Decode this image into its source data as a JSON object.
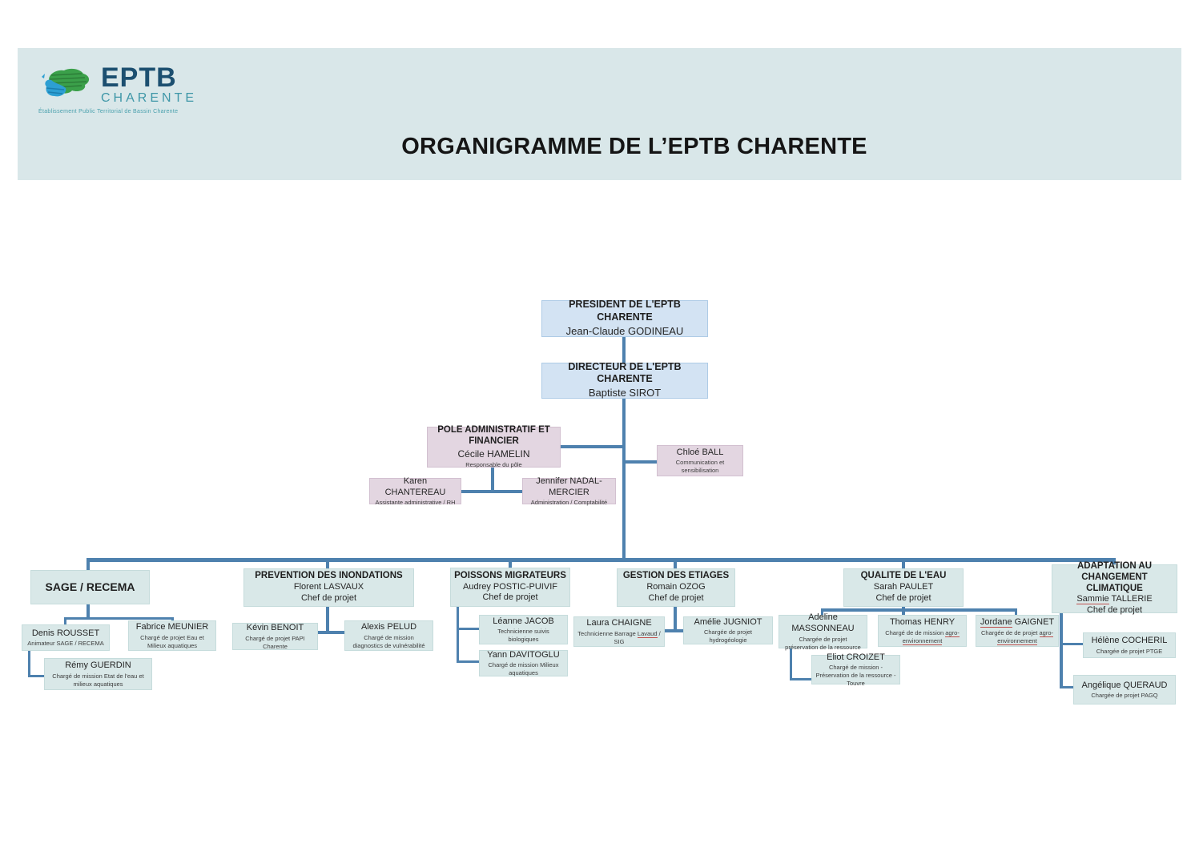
{
  "logo": {
    "brand": "EPTB",
    "brand_sub": "CHARENTE",
    "tagline": "Établissement Public Territorial de Bassin Charente"
  },
  "title": "ORGANIGRAMME DE L’EPTB CHARENTE",
  "colors": {
    "band_bg": "#d9e7e9",
    "box_blue": "#d3e3f3",
    "box_pink": "#e3d6e1",
    "box_teal": "#d9e8e8",
    "connector": "#4e81ae",
    "spellcheck_underline": "#c0504d",
    "brand_navy": "#1c4f70",
    "brand_teal": "#3f97a8"
  },
  "nodes": {
    "president": {
      "title": "PRESIDENT DE L'EPTB CHARENTE",
      "name": "Jean-Claude GODINEAU"
    },
    "directeur": {
      "title": "DIRECTEUR DE L'EPTB CHARENTE",
      "name": "Baptiste SIROT"
    },
    "pole_admin": {
      "title": "POLE ADMINISTRATIF ET FINANCIER",
      "name": "Cécile HAMELIN",
      "subtitle": "Responsable du pôle"
    },
    "chloe": {
      "name": "Chloé BALL",
      "subtitle": "Communication et sensibilisation"
    },
    "karen": {
      "name": "Karen CHANTEREAU",
      "subtitle": "Assistante administrative / RH"
    },
    "jennifer": {
      "name": "Jennifer NADAL-MERCIER",
      "subtitle": "Administration / Comptabilité"
    },
    "sage_header": {
      "title": "SAGE / RECEMA"
    },
    "denis": {
      "name": "Denis ROUSSET",
      "subtitle": "Animateur SAGE / RECEMA"
    },
    "fabrice": {
      "name": "Fabrice MEUNIER",
      "subtitle": "Chargé de projet Eau et Milieux aquatiques"
    },
    "remy": {
      "name": "Rémy GUERDIN",
      "subtitle": "Chargé de mission Etat de l'eau et milieux aquatiques"
    },
    "prevention_header": {
      "title": "PREVENTION DES INONDATIONS",
      "name": "Florent LASVAUX",
      "subtitle": "Chef de projet"
    },
    "kevin": {
      "name": "Kévin BENOIT",
      "subtitle": "Chargé de projet PAPI Charente"
    },
    "alexis": {
      "name": "Alexis PELUD",
      "subtitle": "Chargé de mission diagnostics de vulnérabilité"
    },
    "poissons_header": {
      "title": "POISSONS MIGRATEURS",
      "name": "Audrey POSTIC-PUIVIF",
      "subtitle": "Chef de projet"
    },
    "leanne": {
      "name": "Léanne JACOB",
      "subtitle": "Technicienne suivis biologiques"
    },
    "yann": {
      "name": "Yann DAVITOGLU",
      "subtitle": "Chargé de mission Milieux aquatiques"
    },
    "gestion_header": {
      "title": "GESTION DES ETIAGES",
      "name": "Romain OZOG",
      "subtitle": "Chef de projet"
    },
    "laura": {
      "name": "Laura CHAIGNE",
      "subtitle_pre": "Technicienne Barrage ",
      "subtitle_red": "Lavaud",
      "subtitle_post": " / SIG"
    },
    "amelie": {
      "name": "Amélie JUGNIOT",
      "subtitle": "Chargée de projet hydrogéologie"
    },
    "qualite_header": {
      "title": "QUALITE DE L'EAU",
      "name": "Sarah PAULET",
      "subtitle": "Chef de projet"
    },
    "adeline": {
      "name": "Adeline MASSONNEAU",
      "subtitle": "Chargée de projet préservation de la ressource"
    },
    "thomas": {
      "name": "Thomas HENRY",
      "subtitle_pre": "Chargé de de mission ",
      "subtitle_red": "agro-environnement",
      "subtitle_post": ""
    },
    "jordane": {
      "name_red": "Jordane",
      "name_post": " GAIGNET",
      "subtitle_pre": "Chargée de de projet ",
      "subtitle_red": "agro-environnement",
      "subtitle_post": ""
    },
    "eliot": {
      "name": "Eliot CROIZET",
      "subtitle": "Chargé de mission - Préservation de la ressource - Touvre"
    },
    "adaptation_header": {
      "title": "ADAPTATION AU CHANGEMENT CLIMATIQUE",
      "name_red": "Sammie",
      "name_post": " TALLERIE",
      "subtitle": "Chef de projet"
    },
    "helene": {
      "name": "Hélène COCHERIL",
      "subtitle": "Chargée de projet PTGE"
    },
    "angelique": {
      "name": "Angélique QUERAUD",
      "subtitle": "Chargée de projet PAGQ"
    }
  }
}
